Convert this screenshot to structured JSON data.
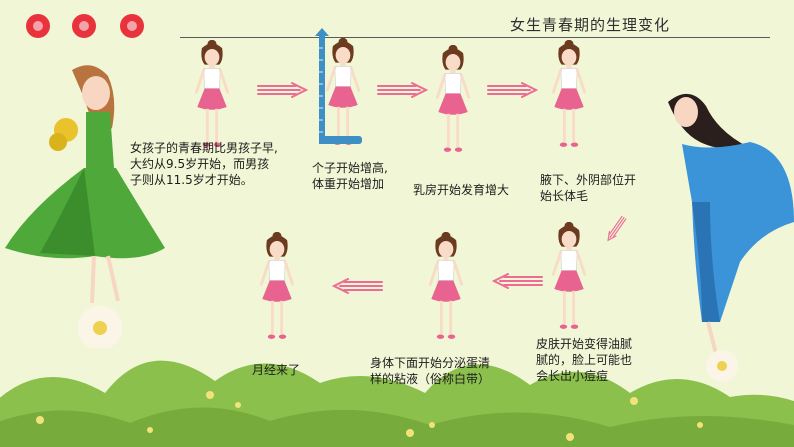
{
  "slide": {
    "title": "女生青春期的生理变化",
    "intro_lines": [
      "女孩子的青春期比男孩子早,",
      "大约从9.5岁开始，而男孩",
      "子则从11.5岁才开始。"
    ],
    "steps": [
      {
        "lines": [
          "个子开始增高,",
          "体重开始增加"
        ]
      },
      {
        "lines": [
          "乳房开始发育增大"
        ]
      },
      {
        "lines": [
          "腋下、外阴部位开",
          "始长体毛"
        ]
      },
      {
        "lines": [
          "皮肤开始变得油腻",
          "腻的，脸上可能也",
          "会长出小痘痘"
        ]
      },
      {
        "lines": [
          "身体下面开始分泌蛋清",
          "样的粘液（俗称白带）"
        ]
      },
      {
        "lines": [
          "月经来了"
        ]
      }
    ]
  },
  "colors": {
    "background": "#f1f7d6",
    "arrow": "#ee6c93",
    "skirt": "#e8638f",
    "green_dress": "#4ea83a",
    "blue_dress": "#3b93d8",
    "flower_red": "#e8323c",
    "hill": "#8cc04c"
  },
  "icons": [
    "flower-icon",
    "arrow-right-icon",
    "arrow-left-icon",
    "arrow-down-icon",
    "height-ruler-icon"
  ]
}
